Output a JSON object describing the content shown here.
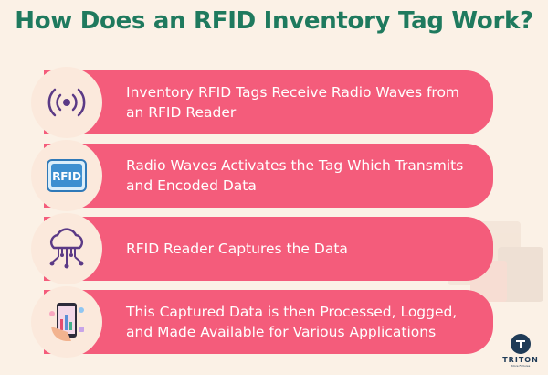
{
  "title": "How Does an RFID Inventory Tag Work?",
  "colors": {
    "title": "#1f7a5e",
    "card": "#f45c7b",
    "icon_bg": "#fbe9dc",
    "icon_purple": "#5b3a86",
    "background": "#fbf1e6"
  },
  "steps": [
    {
      "icon": "radio-waves-icon",
      "text": "Inventory RFID Tags Receive Radio Waves from an RFID Reader"
    },
    {
      "icon": "rfid-tag-icon",
      "icon_label": "RFID",
      "text": "Radio Waves Activates the Tag Which Transmits and Encoded Data"
    },
    {
      "icon": "cloud-network-icon",
      "text": "RFID Reader Captures the Data"
    },
    {
      "icon": "phone-data-icon",
      "text": "This Captured Data is then Processed, Logged, and Made Available for Various Applications"
    }
  ],
  "logo": {
    "name": "TRITON",
    "tagline": "Store Fixtures"
  }
}
